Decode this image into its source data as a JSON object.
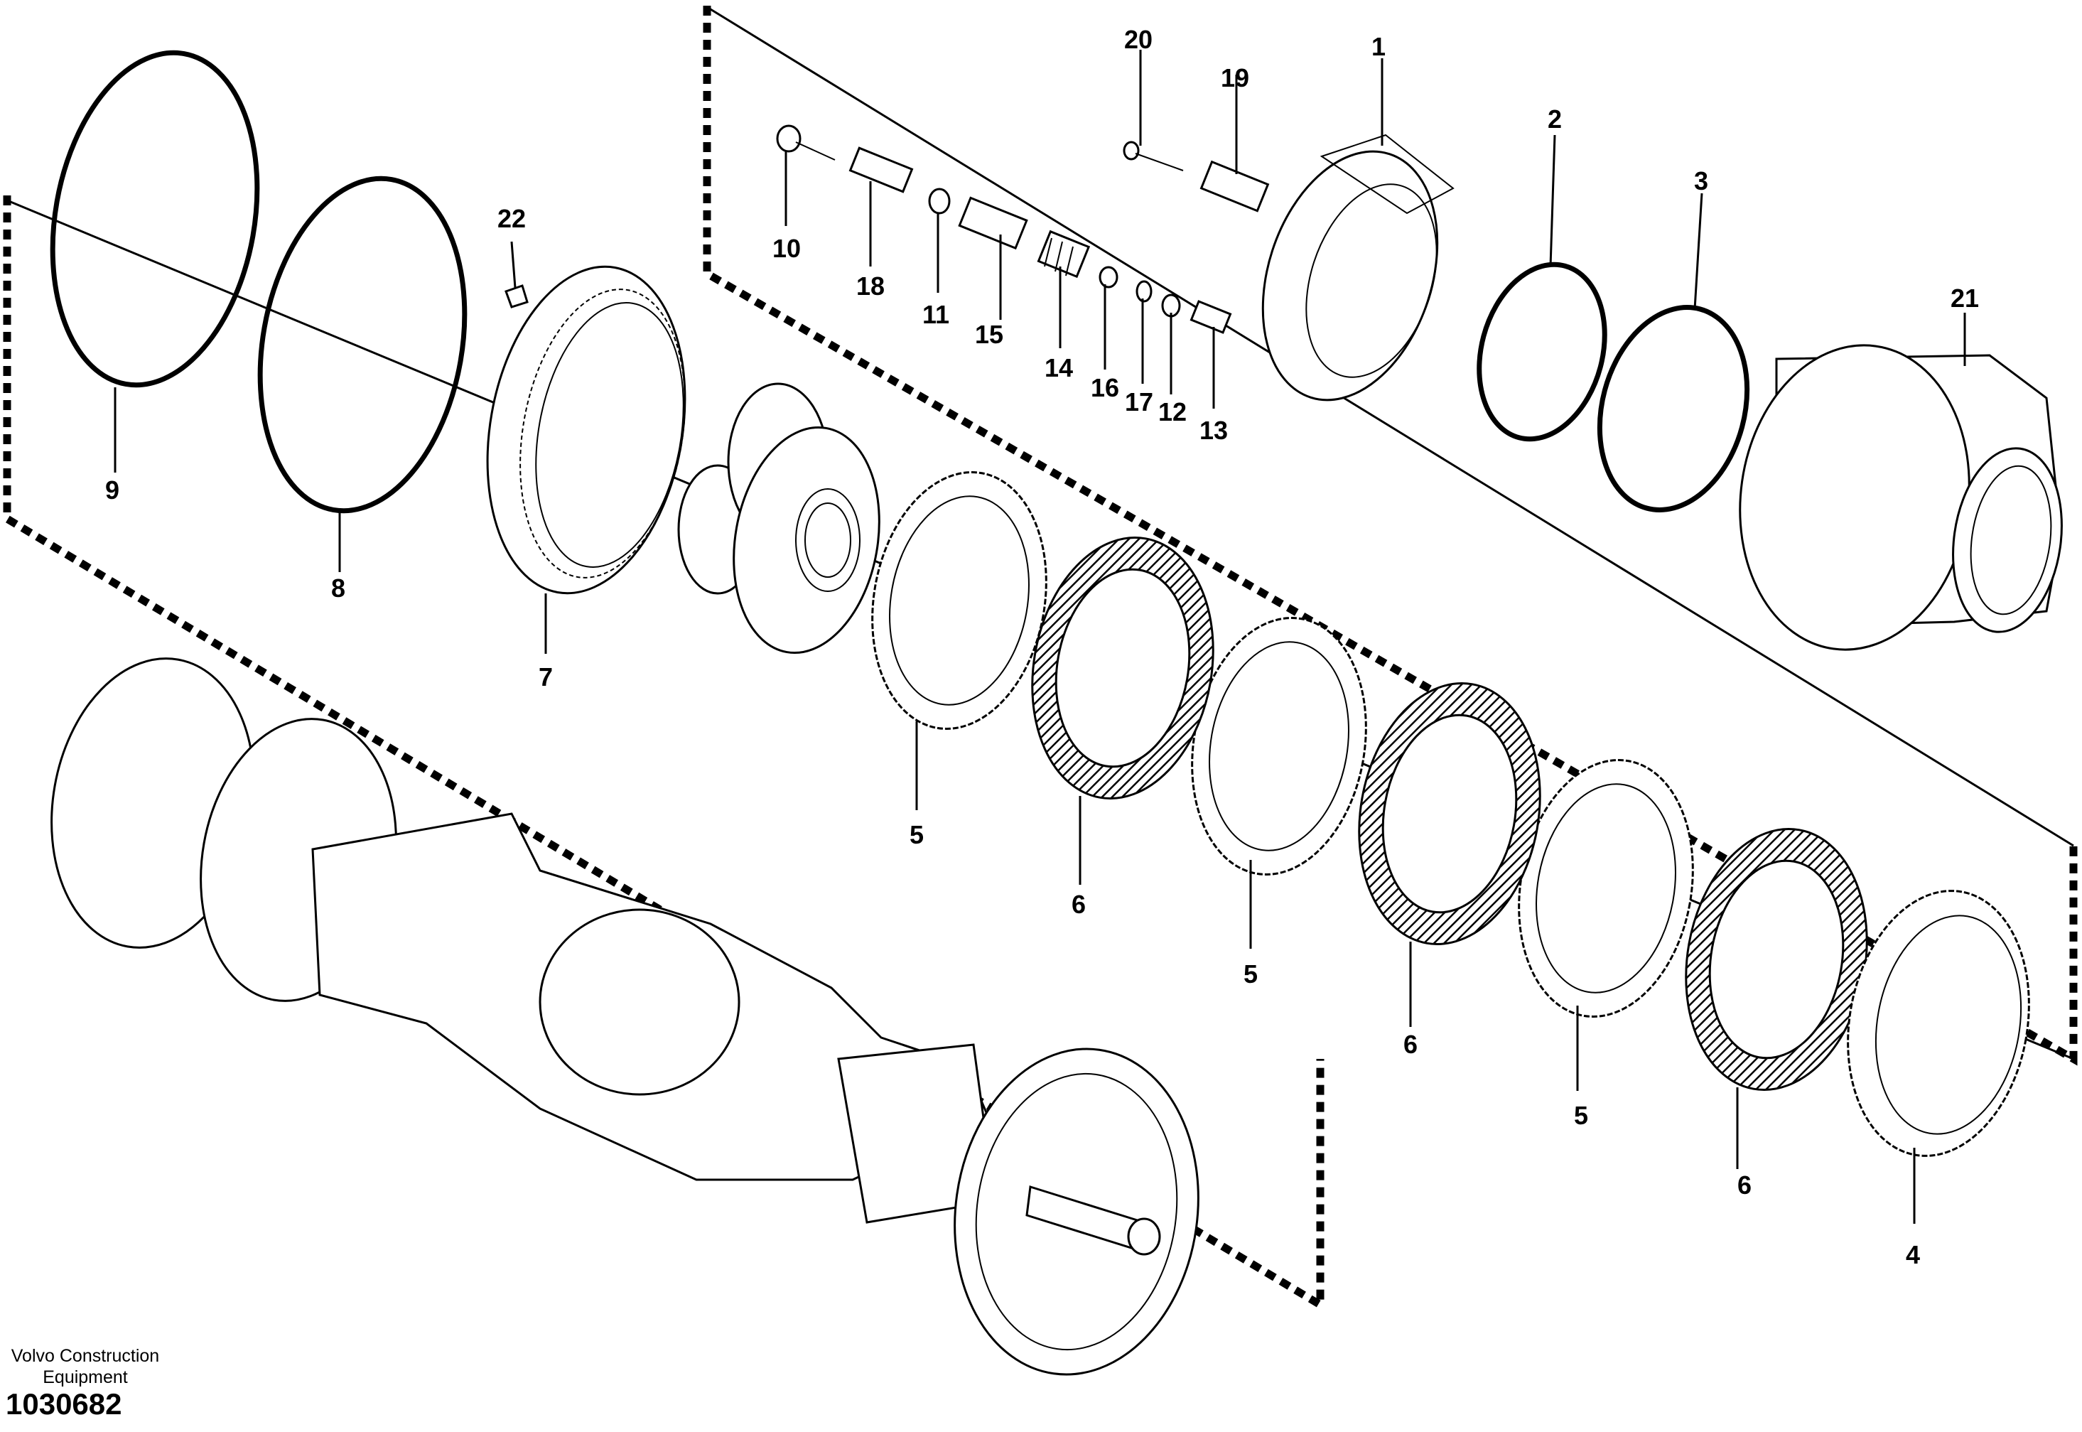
{
  "footer": {
    "brand_line1": "Volvo Construction",
    "brand_line2": "Equipment",
    "figure_id": "1030682"
  },
  "callouts": {
    "c1": "1",
    "c2": "2",
    "c3": "3",
    "c4": "4",
    "c5a": "5",
    "c5b": "5",
    "c5c": "5",
    "c6a": "6",
    "c6b": "6",
    "c6c": "6",
    "c7": "7",
    "c8": "8",
    "c9": "9",
    "c10": "10",
    "c11": "11",
    "c12": "12",
    "c13": "13",
    "c14": "14",
    "c15": "15",
    "c16": "16",
    "c17": "17",
    "c18": "18",
    "c19": "19",
    "c20": "20",
    "c21": "21",
    "c22": "22"
  }
}
